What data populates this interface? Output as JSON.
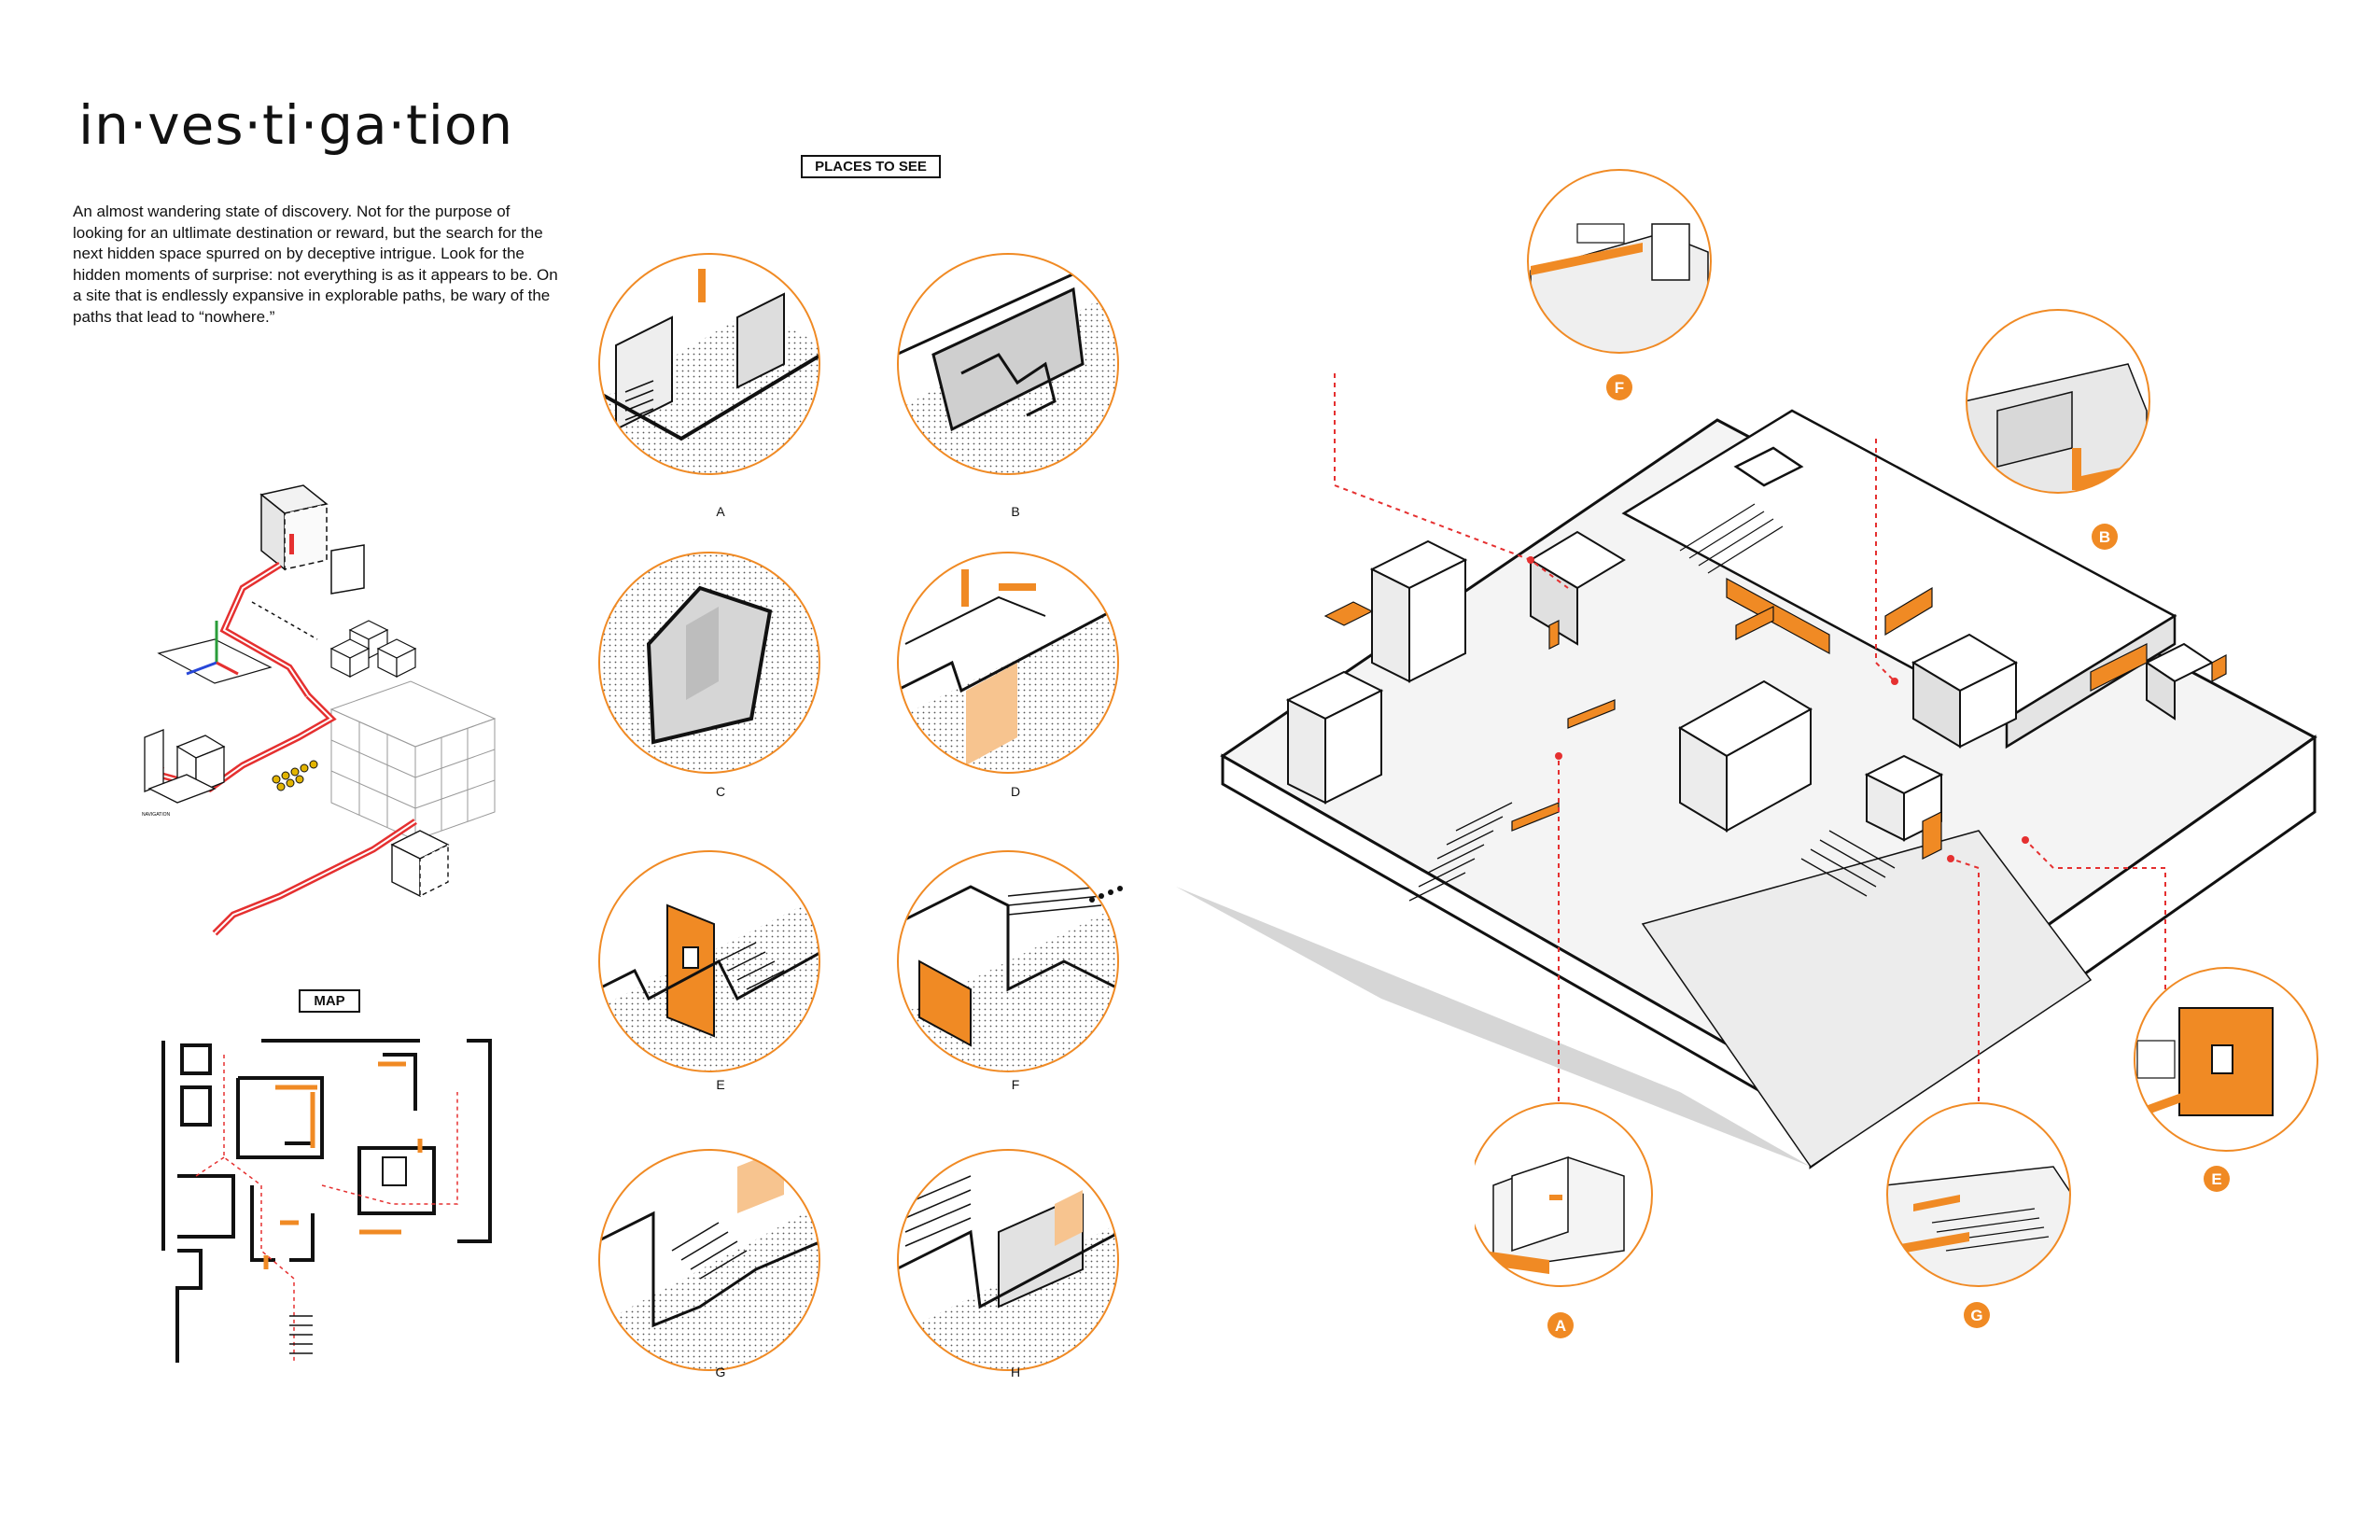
{
  "title": "in·ves·ti·ga·tion",
  "intro": "An almost wandering state of discovery. Not for the purpose of looking for an ultlimate destination or reward, but the search for the next hidden space spurred on by deceptive intrigue. Look for the hidden moments of surprise: not everything is as it appears to be. On a site that is endlessly expansive in explorable paths, be wary of the paths that lead to “nowhere.”",
  "places_label": "PLACES TO SEE",
  "map_label": "MAP",
  "diagram_caption": "NAVIGATION",
  "vignettes": [
    {
      "id": "A",
      "label": "A"
    },
    {
      "id": "B",
      "label": "B"
    },
    {
      "id": "C",
      "label": "C"
    },
    {
      "id": "D",
      "label": "D"
    },
    {
      "id": "E",
      "label": "E"
    },
    {
      "id": "F",
      "label": "F"
    },
    {
      "id": "G",
      "label": "G"
    },
    {
      "id": "H",
      "label": "H"
    }
  ],
  "axon_tags": [
    {
      "id": "F",
      "label": "F"
    },
    {
      "id": "B",
      "label": "B"
    },
    {
      "id": "E",
      "label": "E"
    },
    {
      "id": "A",
      "label": "A"
    },
    {
      "id": "G",
      "label": "G"
    }
  ],
  "colors": {
    "accent": "#f08a24",
    "accent_light": "#f7b775",
    "path_red": "#e53030",
    "line": "#111111",
    "shade": "#c8c8c8"
  }
}
